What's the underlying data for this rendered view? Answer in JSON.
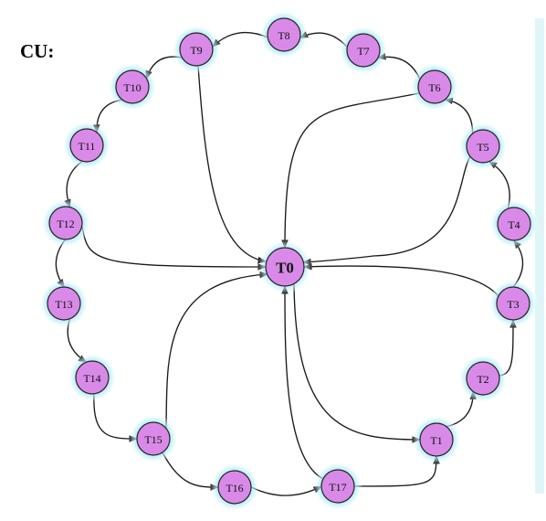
{
  "title": "CU:",
  "colors": {
    "node_fill": "#d98ae8",
    "glow": "#8fe3ef",
    "edge": "#1a1a1a"
  },
  "nodes": [
    {
      "id": "T0",
      "label": "T0",
      "hub": true
    },
    {
      "id": "T1",
      "label": "T1"
    },
    {
      "id": "T2",
      "label": "T2"
    },
    {
      "id": "T3",
      "label": "T3"
    },
    {
      "id": "T4",
      "label": "T4"
    },
    {
      "id": "T5",
      "label": "T5"
    },
    {
      "id": "T6",
      "label": "T6"
    },
    {
      "id": "T7",
      "label": "T7"
    },
    {
      "id": "T8",
      "label": "T8"
    },
    {
      "id": "T9",
      "label": "T9"
    },
    {
      "id": "T10",
      "label": "T10"
    },
    {
      "id": "T11",
      "label": "T11"
    },
    {
      "id": "T12",
      "label": "T12"
    },
    {
      "id": "T13",
      "label": "T13"
    },
    {
      "id": "T14",
      "label": "T14"
    },
    {
      "id": "T15",
      "label": "T15"
    },
    {
      "id": "T16",
      "label": "T16"
    },
    {
      "id": "T17",
      "label": "T17"
    }
  ],
  "edges": [
    {
      "from": "T1",
      "to": "T2"
    },
    {
      "from": "T2",
      "to": "T3"
    },
    {
      "from": "T3",
      "to": "T4"
    },
    {
      "from": "T4",
      "to": "T5"
    },
    {
      "from": "T5",
      "to": "T6"
    },
    {
      "from": "T6",
      "to": "T7"
    },
    {
      "from": "T7",
      "to": "T8"
    },
    {
      "from": "T8",
      "to": "T9"
    },
    {
      "from": "T9",
      "to": "T10"
    },
    {
      "from": "T10",
      "to": "T11"
    },
    {
      "from": "T11",
      "to": "T12"
    },
    {
      "from": "T12",
      "to": "T13"
    },
    {
      "from": "T13",
      "to": "T14"
    },
    {
      "from": "T14",
      "to": "T15"
    },
    {
      "from": "T15",
      "to": "T16"
    },
    {
      "from": "T16",
      "to": "T17"
    },
    {
      "from": "T17",
      "to": "T1"
    },
    {
      "from": "T0",
      "to": "T1"
    },
    {
      "from": "T3",
      "to": "T0"
    },
    {
      "from": "T5",
      "to": "T0"
    },
    {
      "from": "T6",
      "to": "T0"
    },
    {
      "from": "T9",
      "to": "T0"
    },
    {
      "from": "T12",
      "to": "T0"
    },
    {
      "from": "T15",
      "to": "T0"
    },
    {
      "from": "T17",
      "to": "T0"
    }
  ]
}
